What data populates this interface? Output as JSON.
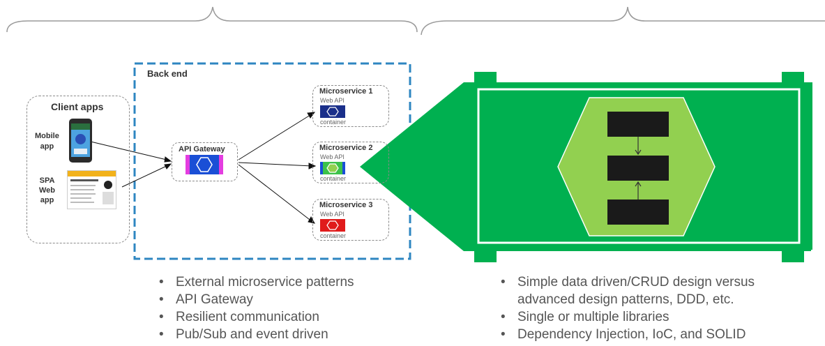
{
  "client_apps": {
    "title": "Client apps",
    "mobile_label_line1": "Mobile",
    "mobile_label_line2": "app",
    "spa_label_line1": "SPA",
    "spa_label_line2": "Web",
    "spa_label_line3": "app"
  },
  "backend": {
    "title": "Back end",
    "gateway_label": "API Gateway",
    "microservices": [
      {
        "name": "Microservice 1",
        "api_label": "Web API",
        "container_label": "container",
        "color": "#1a2f8a"
      },
      {
        "name": "Microservice 2",
        "api_label": "Web API",
        "container_label": "container",
        "color": "#3cc24a"
      },
      {
        "name": "Microservice 3",
        "api_label": "Web API",
        "container_label": "container",
        "color": "#e01b1b"
      }
    ]
  },
  "left_bullets": [
    "External microservice patterns",
    "API Gateway",
    "Resilient communication",
    "Pub/Sub and event driven"
  ],
  "right_bullets": [
    "Simple data driven/CRUD design versus",
    "advanced design patterns, DDD, etc.",
    "Single or multiple libraries",
    "Dependency Injection, IoC, and SOLID"
  ],
  "colors": {
    "accent_green": "#00b050",
    "hex_green": "#92d050",
    "backend_border": "#2e86c1",
    "layer_block": "#1a1a1a"
  }
}
